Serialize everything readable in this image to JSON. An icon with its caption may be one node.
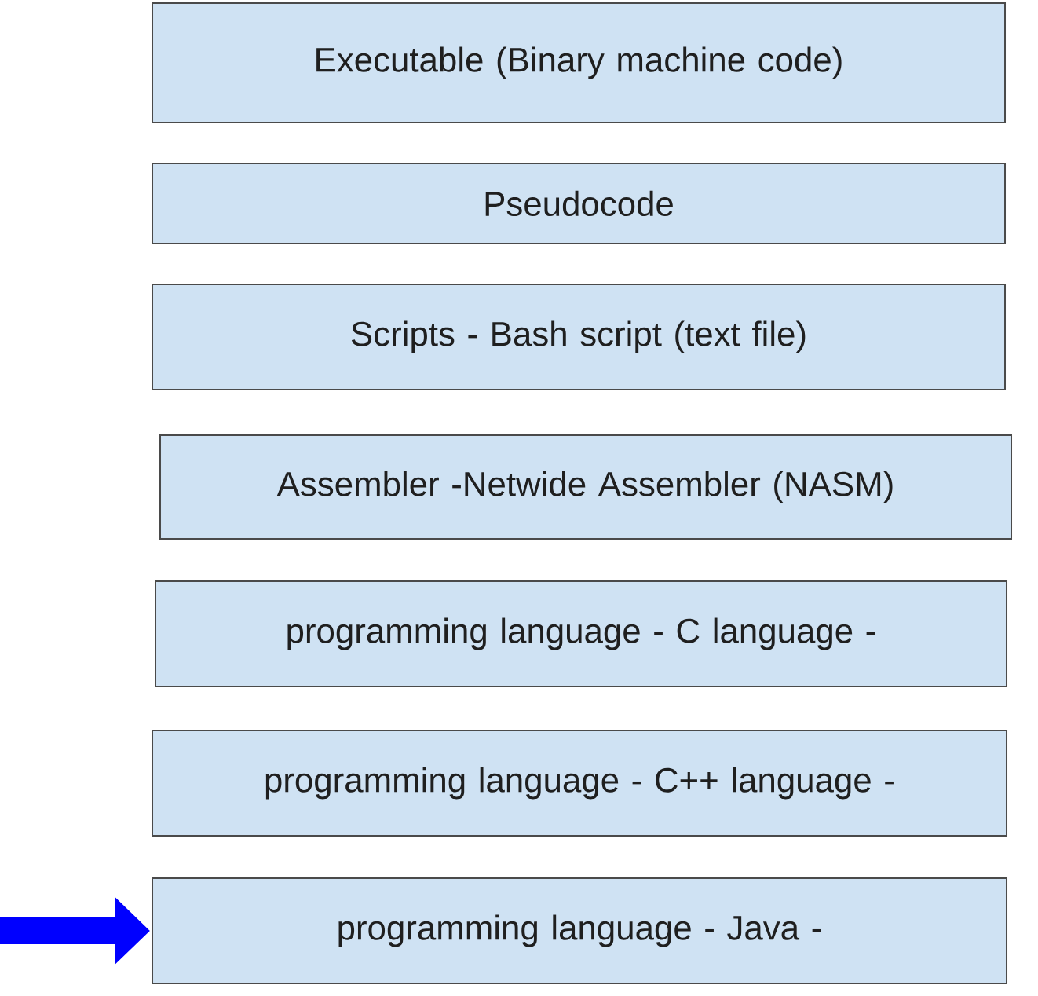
{
  "diagram": {
    "nodes": [
      {
        "text": [
          "Executable (Binary machine code)"
        ]
      },
      {
        "text": [
          "Pseudocode"
        ]
      },
      {
        "text": [
          "Scripts - Bash script (text file)"
        ]
      },
      {
        "text": [
          "Assembler -Netwide Assembler (NASM)"
        ]
      },
      {
        "text": [
          "programming language - C language -"
        ]
      },
      {
        "text": [
          "programming language - C++ language -"
        ]
      },
      {
        "text": [
          "programming language - Java -"
        ]
      }
    ],
    "edges": [
      {
        "from": null,
        "to": 6,
        "arrow": "to",
        "color": "#0000ff"
      }
    ]
  }
}
